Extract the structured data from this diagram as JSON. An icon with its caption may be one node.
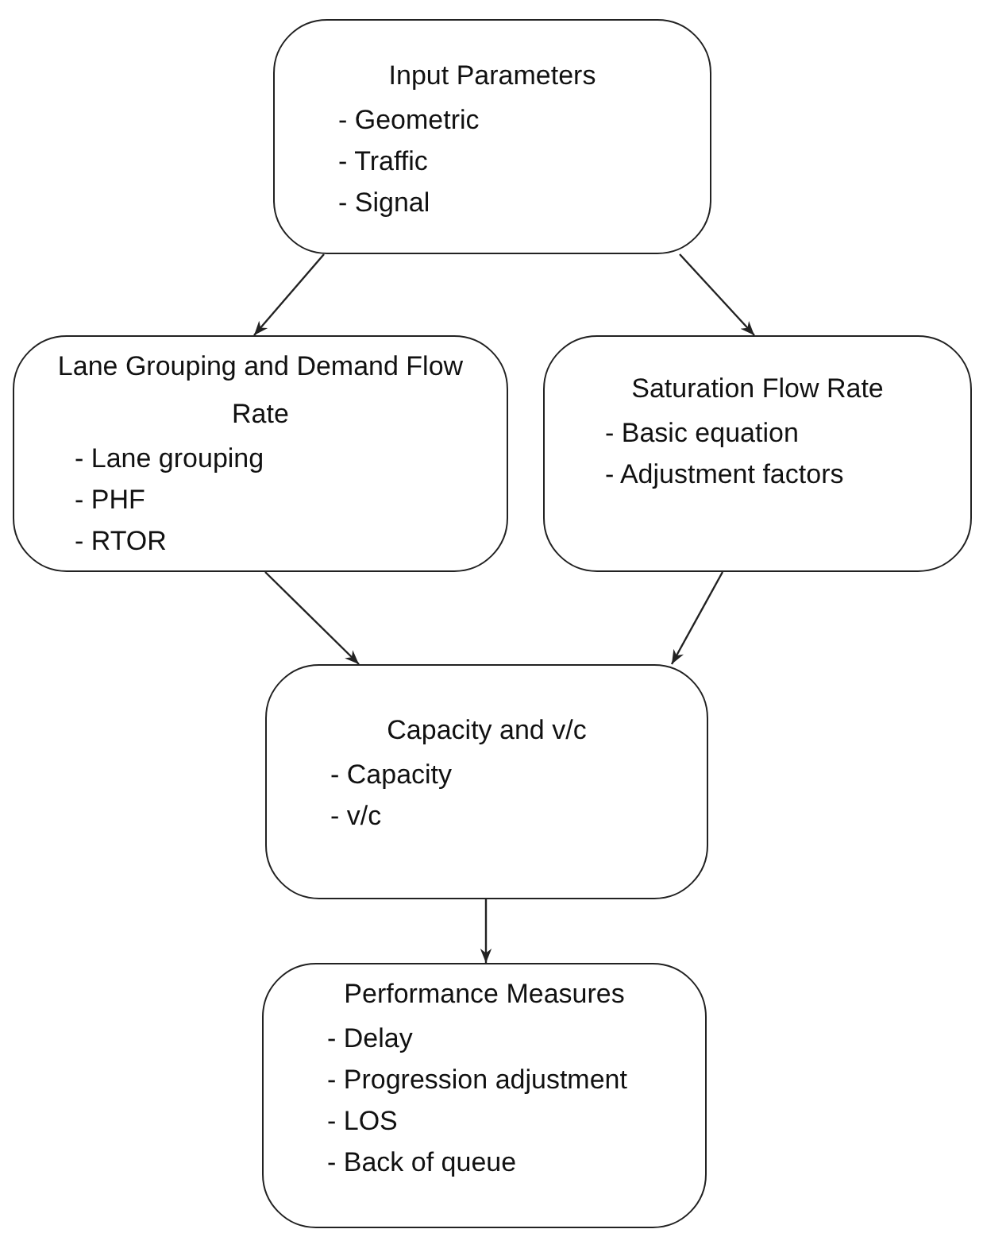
{
  "diagram": {
    "nodes": [
      {
        "text": [
          "Input Parameters",
          "- Geometric",
          "- Traffic",
          "- Signal"
        ]
      },
      {
        "text": [
          "Lane Grouping and Demand Flow Rate",
          "- Lane grouping",
          "- PHF",
          "- RTOR"
        ]
      },
      {
        "text": [
          "Saturation Flow Rate",
          "- Basic equation",
          "- Adjustment factors"
        ]
      },
      {
        "text": [
          "Capacity and v/c",
          "- Capacity",
          "- v/c"
        ]
      },
      {
        "text": [
          "Performance Measures",
          "- Delay",
          "- Progression adjustment",
          "- LOS",
          "- Back of queue"
        ]
      }
    ],
    "edges": [
      {
        "from": 0,
        "to": 1,
        "arrow": "to"
      },
      {
        "from": 0,
        "to": 2,
        "arrow": "to"
      },
      {
        "from": 1,
        "to": 3,
        "arrow": "to"
      },
      {
        "from": 2,
        "to": 3,
        "arrow": "to"
      },
      {
        "from": 3,
        "to": 4,
        "arrow": "to"
      }
    ]
  }
}
